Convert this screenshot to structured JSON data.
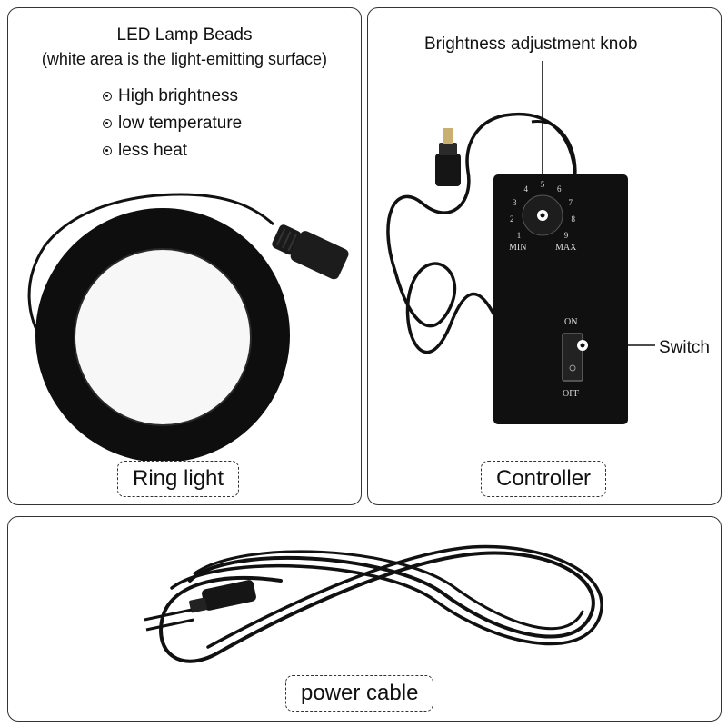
{
  "ring_panel": {
    "title": "LED Lamp Beads",
    "subtitle": "(white area is the light-emitting surface)",
    "features": [
      "High brightness",
      "low temperature",
      "less heat"
    ],
    "caption": "Ring light"
  },
  "controller_panel": {
    "knob_label": "Brightness adjustment knob",
    "dial_numbers": [
      "1",
      "2",
      "3",
      "4",
      "5",
      "6",
      "7",
      "8",
      "9"
    ],
    "dial_min": "MIN",
    "dial_max": "MAX",
    "switch_on": "ON",
    "switch_off": "OFF",
    "switch_label": "Switch",
    "caption": "Controller"
  },
  "cable_panel": {
    "caption": "power cable"
  }
}
